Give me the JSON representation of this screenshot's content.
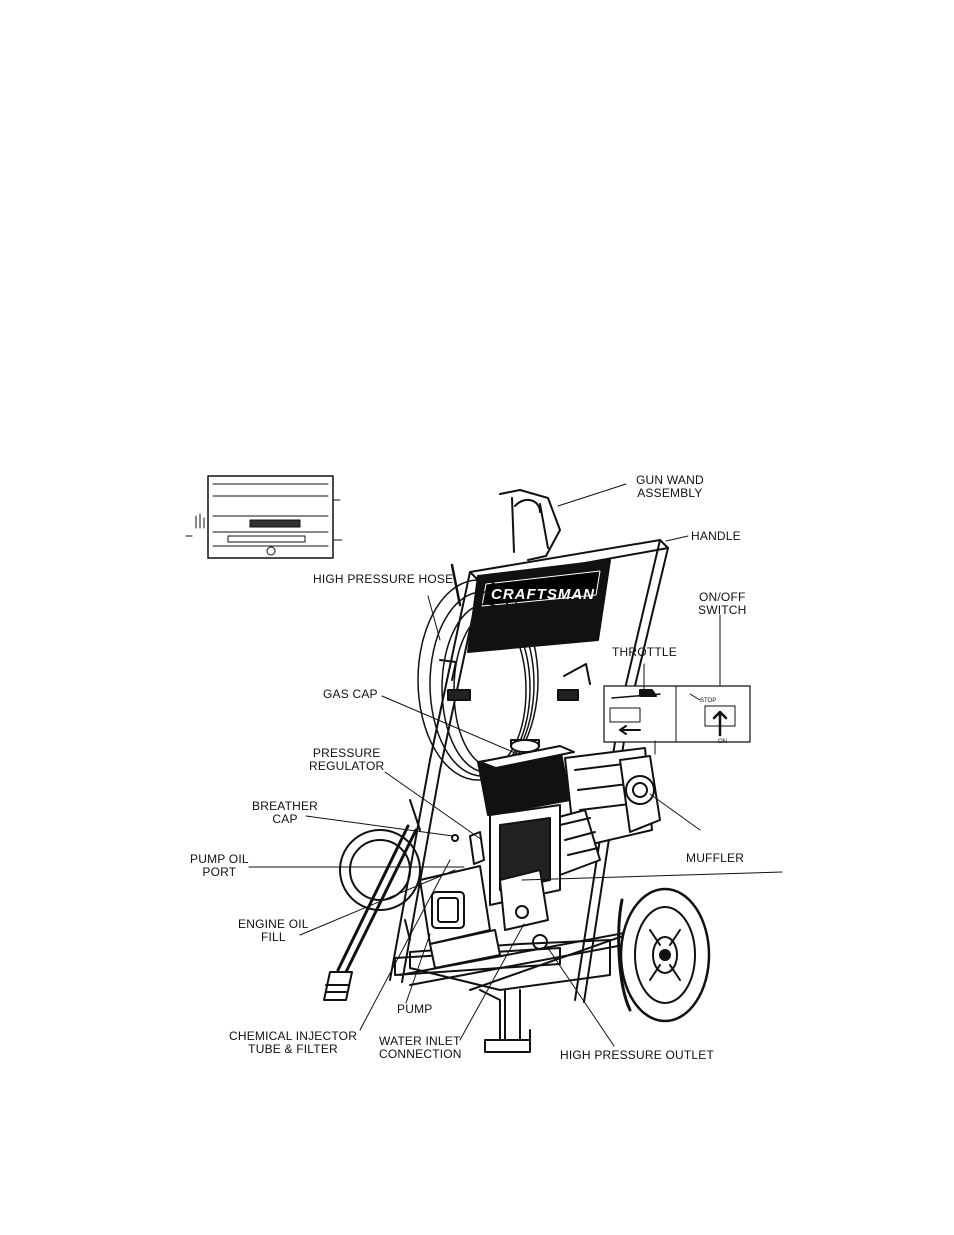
{
  "brand": "CRAFTSMAN",
  "inset": {
    "stop_text": "STOP",
    "on_text": "ON"
  },
  "labels": {
    "gun_wand_assembly": [
      "GUN WAND",
      "ASSEMBLY"
    ],
    "handle": [
      "HANDLE"
    ],
    "high_pressure_hose": [
      "HIGH PRESSURE HOSE"
    ],
    "on_off_switch": [
      "ON/OFF",
      "SWITCH"
    ],
    "throttle": [
      "THROTTLE"
    ],
    "gas_cap": [
      "GAS CAP"
    ],
    "pressure_regulator": [
      "PRESSURE",
      "REGULATOR"
    ],
    "breather_cap": [
      "BREATHER",
      "CAP"
    ],
    "pump_oil_port": [
      "PUMP OIL",
      "PORT"
    ],
    "muffler": [
      "MUFFLER"
    ],
    "engine_oil_fill": [
      "ENGINE OIL",
      "FILL"
    ],
    "pump": [
      "PUMP"
    ],
    "chemical_injector": [
      "CHEMICAL INJECTOR",
      "TUBE & FILTER"
    ],
    "water_inlet": [
      "WATER INLET",
      "CONNECTION"
    ],
    "high_pressure_outlet": [
      "HIGH PRESSURE OUTLET"
    ]
  }
}
